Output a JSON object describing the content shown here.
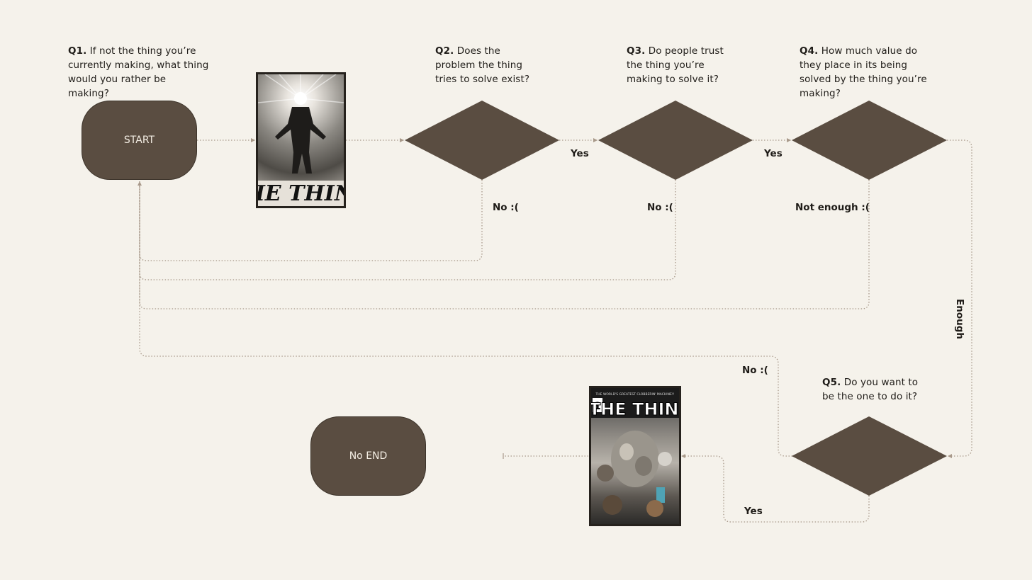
{
  "questions": {
    "q1": {
      "num": "Q1.",
      "text": "If not the thing you’re currently making, what thing would you rather be making?"
    },
    "q2": {
      "num": "Q2.",
      "text": "Does the problem the thing tries to solve exist?"
    },
    "q3": {
      "num": "Q3.",
      "text": "Do people trust the thing you’re making to solve it?"
    },
    "q4": {
      "num": "Q4.",
      "text": "How much value do they place in its being solved by the thing you’re making?"
    },
    "q5": {
      "num": "Q5.",
      "text": "Do you want to be the one to do it?"
    }
  },
  "nodes": {
    "start": "START",
    "end": "No END"
  },
  "edges": {
    "q2_yes": "Yes",
    "q3_yes": "Yes",
    "q2_no": "No :(",
    "q3_no": "No :(",
    "q4_not_enough": "Not enough :(",
    "q4_enough": "Enough",
    "q5_no": "No :(",
    "q5_yes": "Yes"
  },
  "posters": {
    "poster1": {
      "title": "THE THING",
      "icon": "movie-poster-silhouette"
    },
    "poster2": {
      "title": "THE THING",
      "tagline": "THE WORLD'S GREATEST CLOBBERIN' MACHINE!!",
      "issue": "1",
      "icon": "comic-cover"
    }
  },
  "colors": {
    "background": "#f5f2eb",
    "shape_fill": "#5a4d41",
    "connector": "#a8998a"
  }
}
